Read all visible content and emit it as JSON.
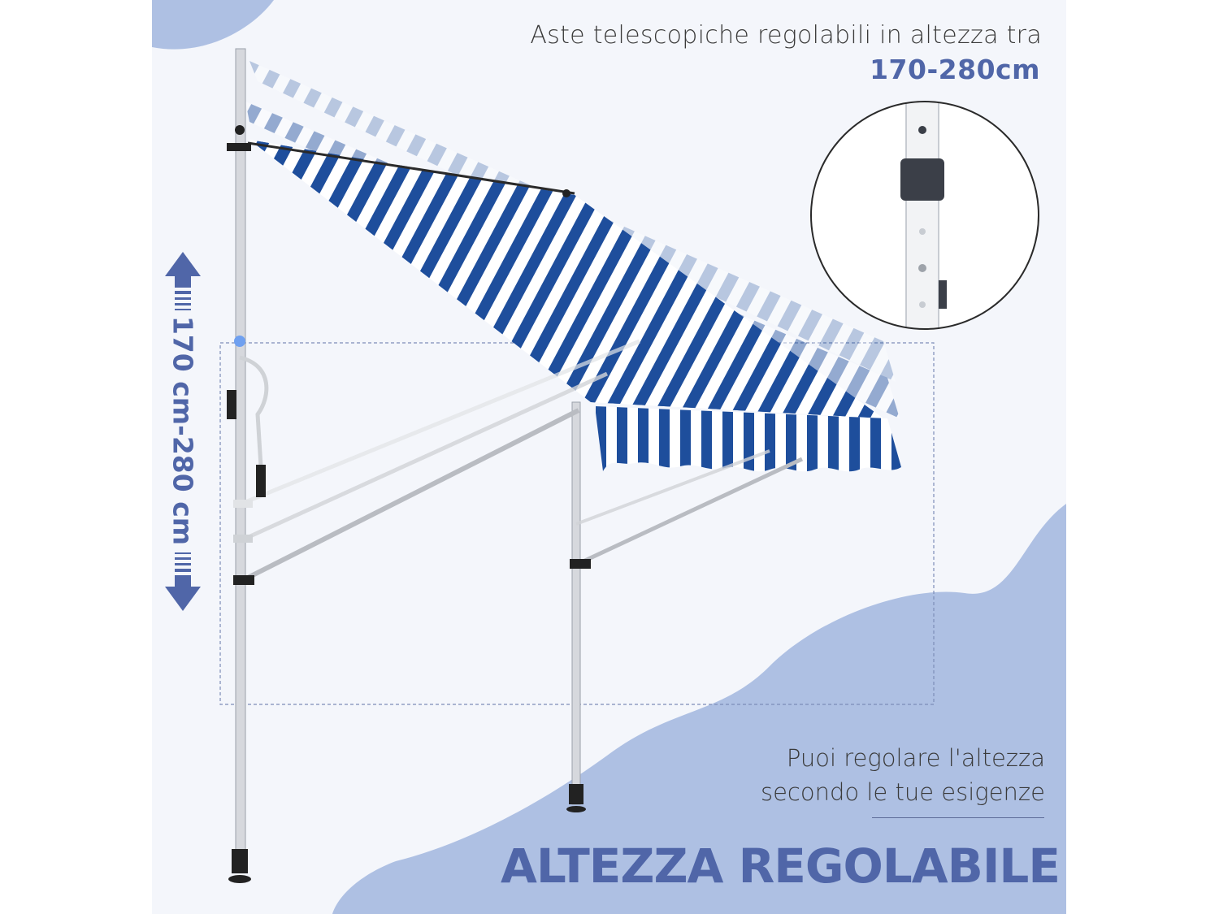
{
  "header": {
    "line1": "Aste telescopiche regolabili in altezza tra",
    "line2": "170-280cm"
  },
  "dimension": {
    "label": "170 cm-280 cm"
  },
  "footer": {
    "line1": "Puoi regolare l'altezza",
    "line2": "secondo le tue esigenze",
    "headline": "ALTEZZA REGOLABILE"
  },
  "colors": {
    "accent": "#5066a8",
    "stripe_blue": "#1e4e9c",
    "wave": "#aec0e3",
    "pole": "#d6d8dd"
  },
  "icons": {
    "up_arrow": "arrow-up-icon",
    "down_arrow": "arrow-down-icon"
  }
}
